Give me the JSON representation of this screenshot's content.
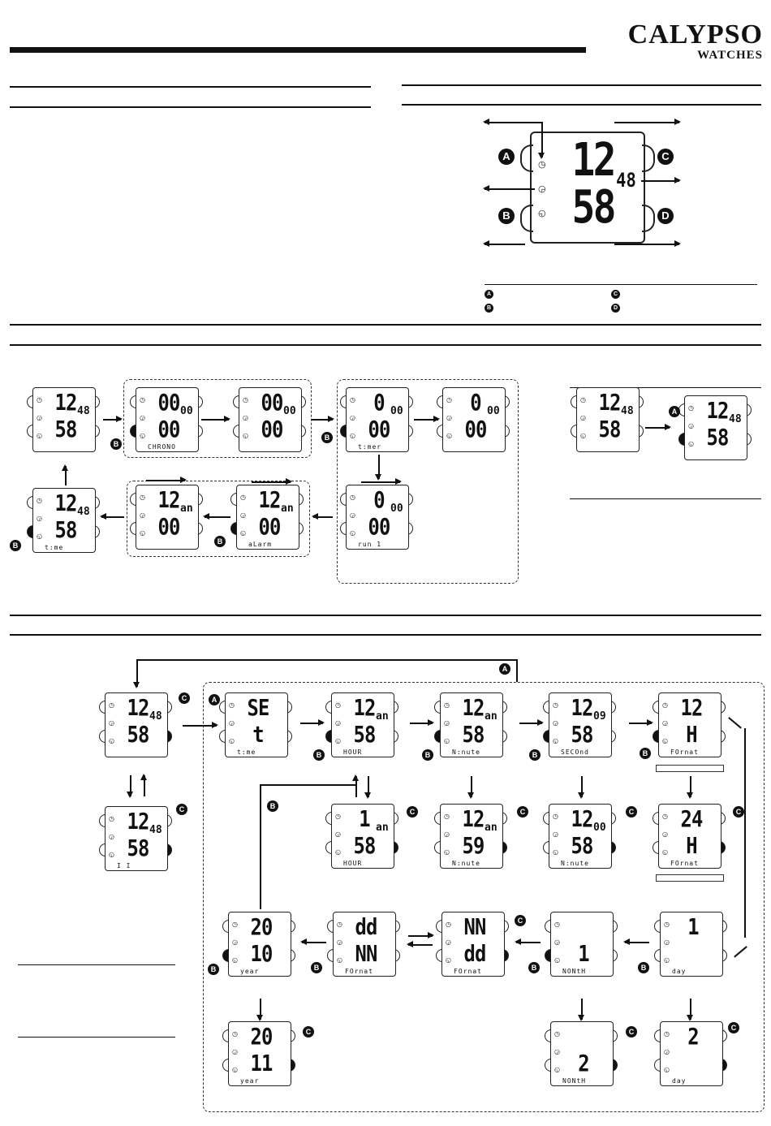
{
  "brand": {
    "name": "CALYPSO",
    "sub": "WATCHES"
  },
  "buttons": [
    "A",
    "B",
    "C",
    "D"
  ],
  "main_display": {
    "hours": "12",
    "minutes": "58",
    "seconds": "48"
  },
  "watches": [
    {
      "id": "w1",
      "d1": "12",
      "d2": "58",
      "side": "48",
      "label": ""
    },
    {
      "id": "w2",
      "d1": "00",
      "d2": "00",
      "side": "00",
      "label": "CHRONO"
    },
    {
      "id": "w3",
      "d1": "00",
      "d2": "00",
      "side": "00",
      "label": ""
    },
    {
      "id": "w4",
      "d1": "0",
      "d2": "00",
      "side": "00",
      "label": "t:mer"
    },
    {
      "id": "w5",
      "d1": "0",
      "d2": "00",
      "side": "00",
      "label": ""
    },
    {
      "id": "w6",
      "d1": "12",
      "d2": "58",
      "side": "48",
      "label": "t:me"
    },
    {
      "id": "w7",
      "d1": "12",
      "d2": "00",
      "side": "an",
      "label": ""
    },
    {
      "id": "w8",
      "d1": "12",
      "d2": "00",
      "side": "an",
      "label": "aLarm"
    },
    {
      "id": "w9",
      "d1": "0",
      "d2": "00",
      "side": "00",
      "label": "run  1"
    },
    {
      "id": "w10",
      "d1": "12",
      "d2": "58",
      "side": "48",
      "label": ""
    },
    {
      "id": "w11",
      "d1": "12",
      "d2": "58",
      "side": "48",
      "label": ""
    },
    {
      "id": "s1",
      "d1": "12",
      "d2": "58",
      "side": "48",
      "label": ""
    },
    {
      "id": "s2",
      "d1": "SE",
      "d2": "t",
      "side": "",
      "label": "t:me"
    },
    {
      "id": "s3",
      "d1": "12",
      "d2": "58",
      "side": "an",
      "label": "HOUR"
    },
    {
      "id": "s4",
      "d1": "12",
      "d2": "58",
      "side": "an",
      "label": "N:nute"
    },
    {
      "id": "s5",
      "d1": "12",
      "d2": "58",
      "side": "09",
      "label": "SECOnd"
    },
    {
      "id": "s6",
      "d1": "12",
      "d2": "H",
      "side": "",
      "label": "FOrnat"
    },
    {
      "id": "s7",
      "d1": "12",
      "d2": "58",
      "side": "48",
      "label": "I  I"
    },
    {
      "id": "s8",
      "d1": "1",
      "d2": "58",
      "side": "an",
      "label": "HOUR"
    },
    {
      "id": "s9",
      "d1": "12",
      "d2": "59",
      "side": "an",
      "label": "N:nute"
    },
    {
      "id": "s10",
      "d1": "12",
      "d2": "58",
      "side": "00",
      "label": "N:nute"
    },
    {
      "id": "s11",
      "d1": "24",
      "d2": "H",
      "side": "",
      "label": "FOrnat"
    },
    {
      "id": "s12",
      "d1": "20",
      "d2": "10",
      "side": "",
      "label": "year"
    },
    {
      "id": "s13",
      "d1": "dd",
      "d2": "NN",
      "side": "",
      "label": "FOrnat"
    },
    {
      "id": "s14",
      "d1": "NN",
      "d2": "dd",
      "side": "",
      "label": "FOrnat"
    },
    {
      "id": "s15",
      "d1": "",
      "d2": "1",
      "side": "",
      "label": "NONtH"
    },
    {
      "id": "s16",
      "d1": "1",
      "d2": "",
      "side": "",
      "label": "day"
    },
    {
      "id": "s17",
      "d1": "20",
      "d2": "11",
      "side": "",
      "label": "year"
    },
    {
      "id": "s18",
      "d1": "",
      "d2": "2",
      "side": "",
      "label": "NONtH"
    },
    {
      "id": "s19",
      "d1": "2",
      "d2": "",
      "side": "",
      "label": "day"
    }
  ]
}
